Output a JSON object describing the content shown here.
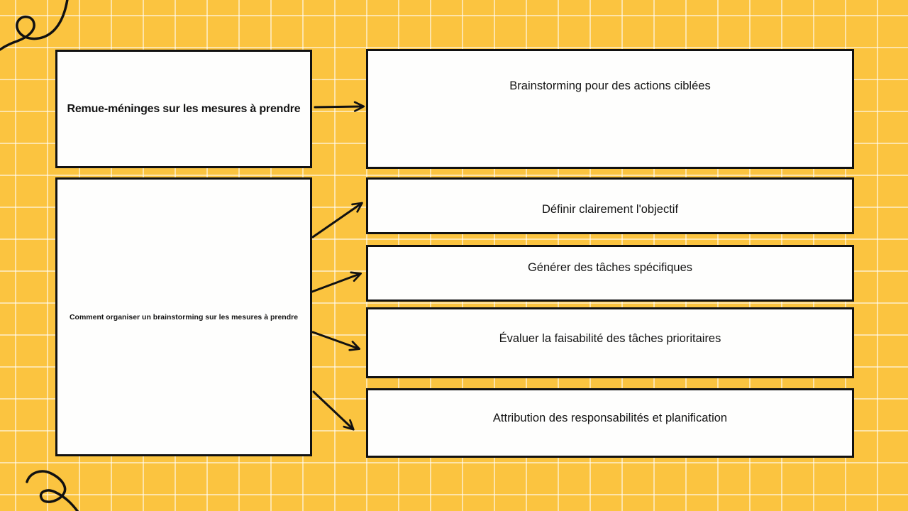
{
  "canvas": {
    "background_color": "#FBC440",
    "grid_line_color": "#FFFFFF",
    "box_fill_color": "#FEFEFD",
    "stroke_color": "#111111"
  },
  "diagram": {
    "left_column": {
      "title_box": "Remue-méninges sur les mesures à prendre",
      "question_box": "Comment organiser un brainstorming sur les mesures à prendre"
    },
    "right_column": {
      "boxes": [
        {
          "label": "Brainstorming pour des actions ciblées"
        },
        {
          "label": "Définir clairement l'objectif"
        },
        {
          "label": "Générer des tâches spécifiques"
        },
        {
          "label": "Évaluer la faisabilité des tâches prioritaires"
        },
        {
          "label": "Attribution des responsabilités et planification"
        }
      ]
    },
    "connections": [
      {
        "from": "title-box",
        "to": "result-box-1"
      },
      {
        "from": "question-box",
        "to": "step-box-2"
      },
      {
        "from": "question-box",
        "to": "step-box-3"
      },
      {
        "from": "question-box",
        "to": "step-box-4"
      },
      {
        "from": "question-box",
        "to": "step-box-5"
      }
    ],
    "decorations": [
      "curl-doodle-top-left",
      "curl-doodle-bottom-left"
    ]
  }
}
